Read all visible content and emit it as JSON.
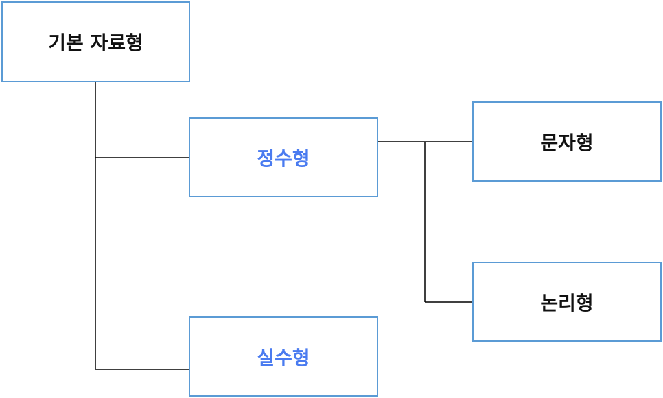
{
  "diagram": {
    "nodes": {
      "root": "기본 자료형",
      "integer": "정수형",
      "real": "실수형",
      "character": "문자형",
      "boolean": "논리형"
    },
    "edges": [
      {
        "from": "root",
        "to": "integer"
      },
      {
        "from": "root",
        "to": "real"
      },
      {
        "from": "integer",
        "to": "character"
      },
      {
        "from": "integer",
        "to": "boolean"
      }
    ],
    "colors": {
      "border": "#5b9bd5",
      "highlight_text": "#4a7bf0",
      "text": "#111111",
      "connector": "#000000"
    }
  }
}
